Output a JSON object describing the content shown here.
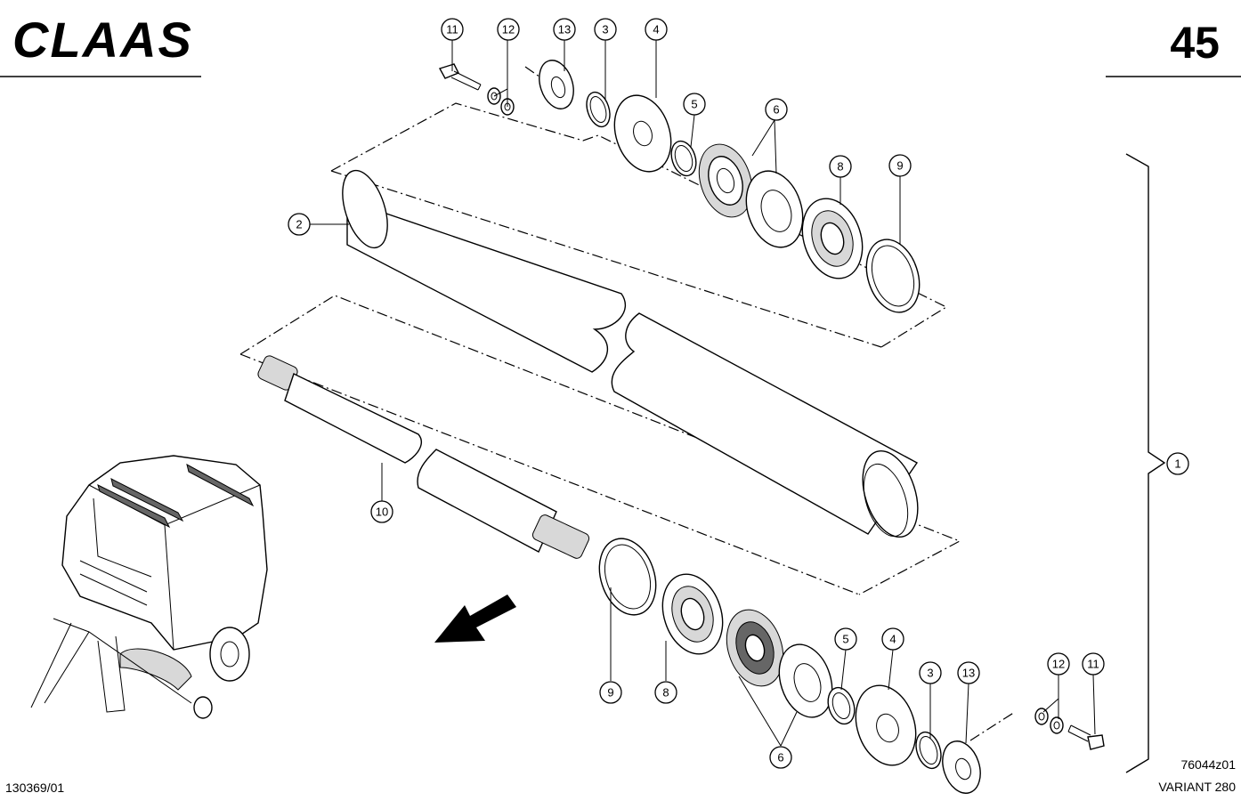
{
  "header": {
    "brand": "CLAAS",
    "page_number": "45"
  },
  "footer": {
    "left_code": "130369/01",
    "drawing_id": "76044z01",
    "model": "VARIANT 280"
  },
  "callouts": {
    "top_11": "11",
    "top_12": "12",
    "top_13": "13",
    "top_3": "3",
    "top_4": "4",
    "top_5": "5",
    "top_6": "6",
    "top_8": "8",
    "top_9": "9",
    "tube_2": "2",
    "shaft_10": "10",
    "assembly_1": "1",
    "bot_9": "9",
    "bot_8": "8",
    "bot_6": "6",
    "bot_5": "5",
    "bot_4": "4",
    "bot_3": "3",
    "bot_13": "13",
    "bot_12": "12",
    "bot_11": "11"
  }
}
